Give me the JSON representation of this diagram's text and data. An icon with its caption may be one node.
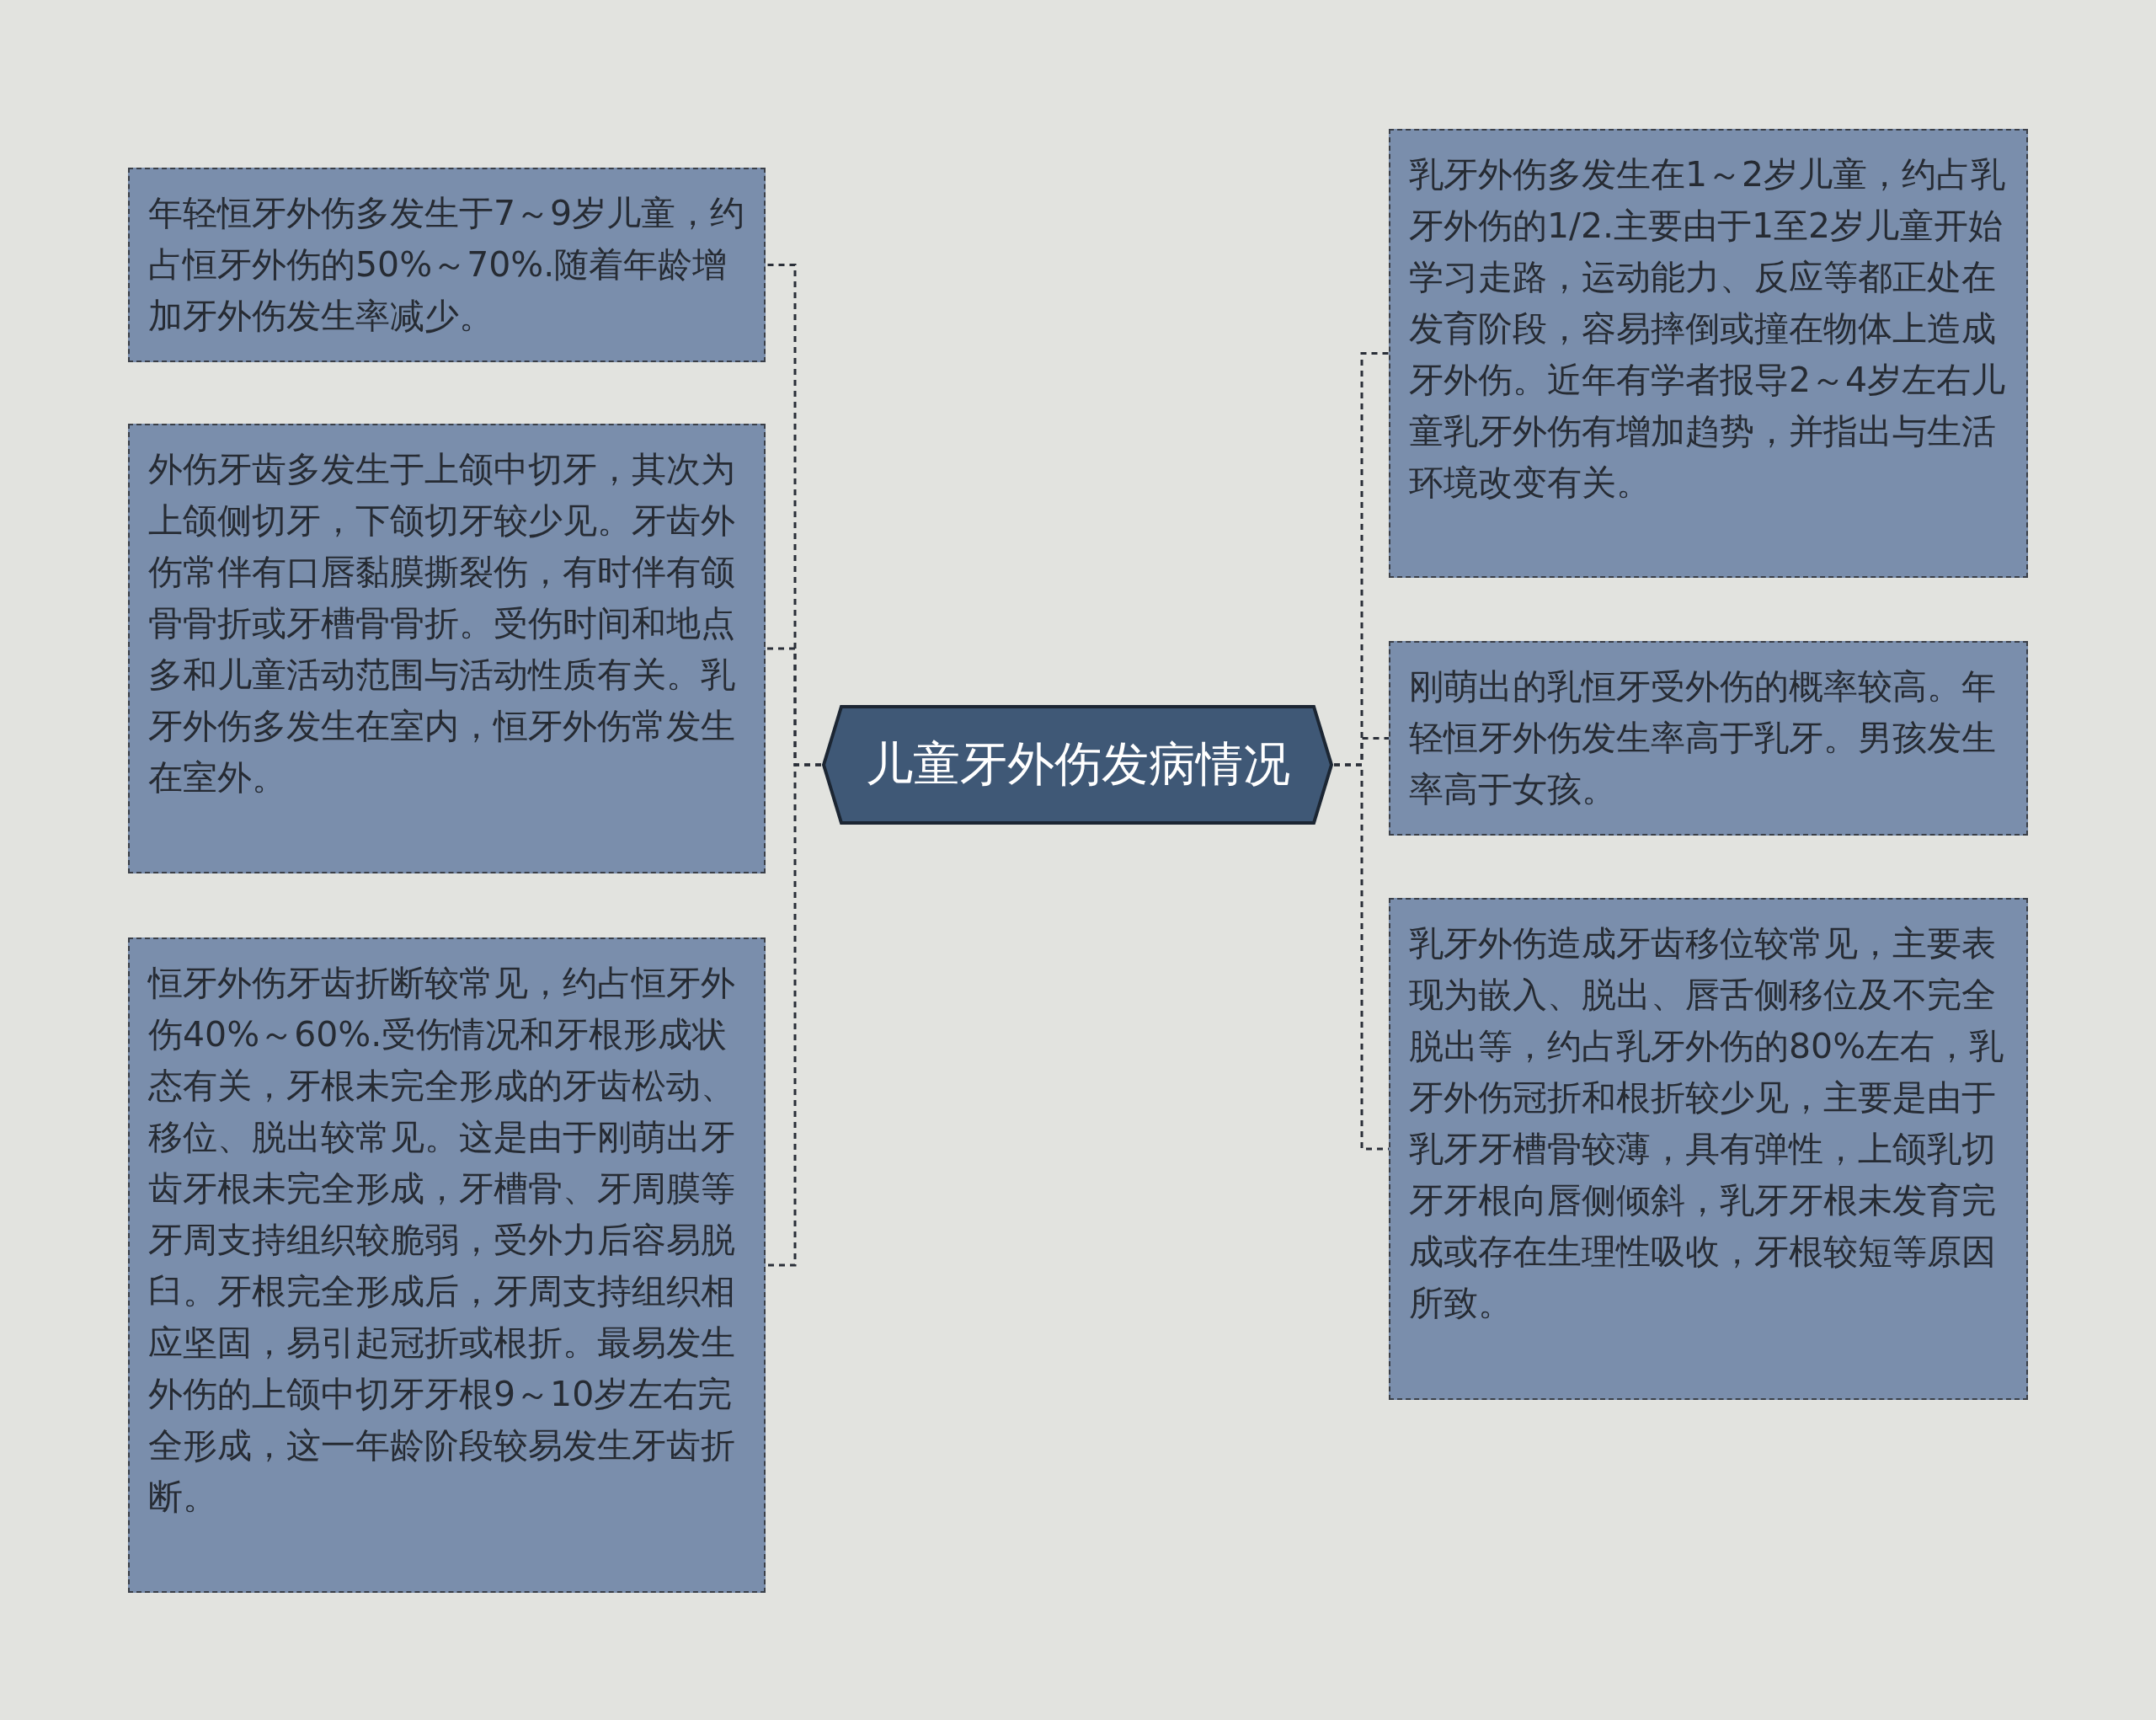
{
  "diagram": {
    "nodes": [
      {
        "text": [
          "儿童牙外伤发病情况"
        ]
      },
      {
        "text": [
          "年轻恒牙外伤多发生于7～9岁儿童，约占恒牙外伤的50%～70%.随着年龄增加牙外伤发生率减少。"
        ]
      },
      {
        "text": [
          "外伤牙齿多发生于上颌中切牙，其次为上颌侧切牙，下颌切牙较少见。牙齿外伤常伴有口唇黏膜撕裂伤，有时伴有颌骨骨折或牙槽骨骨折。受伤时间和地点多和儿童活动范围与活动性质有关。乳牙外伤多发生在室内，恒牙外伤常发生在室外。"
        ]
      },
      {
        "text": [
          "恒牙外伤牙齿折断较常见，约占恒牙外伤40%～60%.受伤情况和牙根形成状态有关，牙根未完全形成的牙齿松动、移位、脱出较常见。这是由于刚萌出牙齿牙根未完全形成，牙槽骨、牙周膜等牙周支持组织较脆弱，受外力后容易脱臼。牙根完全形成后，牙周支持组织相应坚固，易引起冠折或根折。最易发生外伤的上颌中切牙牙根9～10岁左右完全形成，这一年龄阶段较易发生牙齿折断。"
        ]
      },
      {
        "text": [
          "乳牙外伤多发生在1～2岁儿童，约占乳牙外伤的1/2.主要由于1至2岁儿童开始学习走路，运动能力、反应等都正处在发育阶段，容易摔倒或撞在物体上造成牙外伤。近年有学者报导2～4岁左右儿童乳牙外伤有增加趋势，并指出与生活环境改变有关。"
        ]
      },
      {
        "text": [
          "刚萌出的乳恒牙受外伤的概率较高。年轻恒牙外伤发生率高于乳牙。男孩发生率高于女孩。"
        ]
      },
      {
        "text": [
          "乳牙外伤造成牙齿移位较常见，主要表现为嵌入、脱出、唇舌侧移位及不完全脱出等，约占乳牙外伤的80%左右，乳牙外伤冠折和根折较少见，主要是由于乳牙牙槽骨较薄，具有弹性，上颌乳切牙牙根向唇侧倾斜，乳牙牙根未发育完成或存在生理性吸收，牙根较短等原因所致。"
        ]
      }
    ],
    "edges": [
      {
        "from": 0,
        "to": 1,
        "arrow": "none",
        "style": "dashed"
      },
      {
        "from": 0,
        "to": 2,
        "arrow": "none",
        "style": "dashed"
      },
      {
        "from": 0,
        "to": 3,
        "arrow": "none",
        "style": "dashed"
      },
      {
        "from": 0,
        "to": 4,
        "arrow": "none",
        "style": "dashed"
      },
      {
        "from": 0,
        "to": 5,
        "arrow": "none",
        "style": "dashed"
      },
      {
        "from": 0,
        "to": 6,
        "arrow": "none",
        "style": "dashed"
      }
    ]
  }
}
